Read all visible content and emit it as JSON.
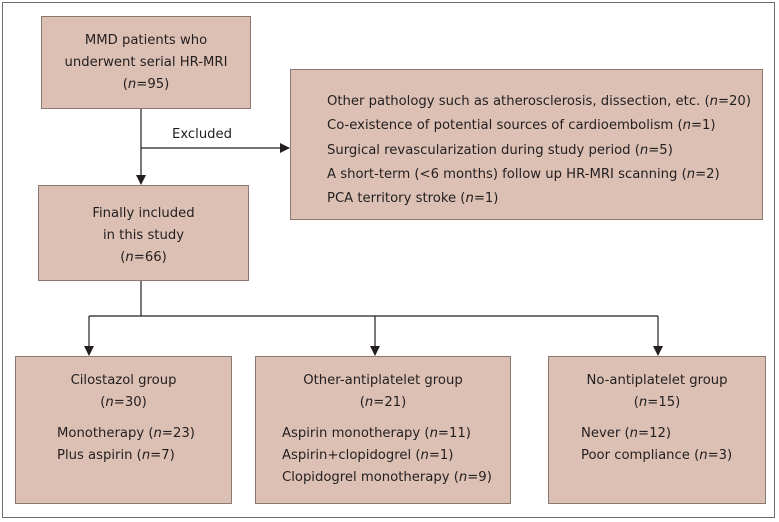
{
  "boxes": {
    "patients": {
      "lines": [
        "MMD patients who",
        "underwent serial HR-MRI"
      ],
      "n_pre": "(",
      "n_var": "n",
      "n_post": "=95)"
    },
    "excluded": {
      "label": "Excluded",
      "items": [
        {
          "pre": "Other pathology such as atherosclerosis, dissection, etc. (",
          "var": "n",
          "post": "=20)"
        },
        {
          "pre": "Co-existence of potential sources of cardioembolism (",
          "var": "n",
          "post": "=1)"
        },
        {
          "pre": "Surgical revascularization during study period (",
          "var": "n",
          "post": "=5)"
        },
        {
          "pre": "A short-term (<6 months) follow up HR-MRI scanning (",
          "var": "n",
          "post": "=2)"
        },
        {
          "pre": "PCA territory stroke (",
          "var": "n",
          "post": "=1)"
        }
      ]
    },
    "included": {
      "lines": [
        "Finally included",
        "in this study"
      ],
      "n_pre": "(",
      "n_var": "n",
      "n_post": "=66)"
    },
    "groups": [
      {
        "title": "Cilostazol group",
        "n_pre": "(",
        "n_var": "n",
        "n_post": "=30)",
        "items": [
          {
            "pre": "Monotherapy (",
            "var": "n",
            "post": "=23)"
          },
          {
            "pre": "Plus aspirin (",
            "var": "n",
            "post": "=7)"
          }
        ]
      },
      {
        "title": "Other-antiplatelet group",
        "n_pre": "(",
        "n_var": "n",
        "n_post": "=21)",
        "items": [
          {
            "pre": "Aspirin monotherapy (",
            "var": "n",
            "post": "=11)"
          },
          {
            "pre": "Aspirin+clopidogrel (",
            "var": "n",
            "post": "=1)"
          },
          {
            "pre": "Clopidogrel monotherapy (",
            "var": "n",
            "post": "=9)"
          }
        ]
      },
      {
        "title": "No-antiplatelet group",
        "n_pre": "(",
        "n_var": "n",
        "n_post": "=15)",
        "items": [
          {
            "pre": "Never (",
            "var": "n",
            "post": "=12)"
          },
          {
            "pre": "Poor compliance (",
            "var": "n",
            "post": "=3)"
          }
        ]
      }
    ]
  },
  "colors": {
    "box_fill": "#dcc0b4",
    "box_border": "#8a7a73",
    "line": "#231f20"
  }
}
